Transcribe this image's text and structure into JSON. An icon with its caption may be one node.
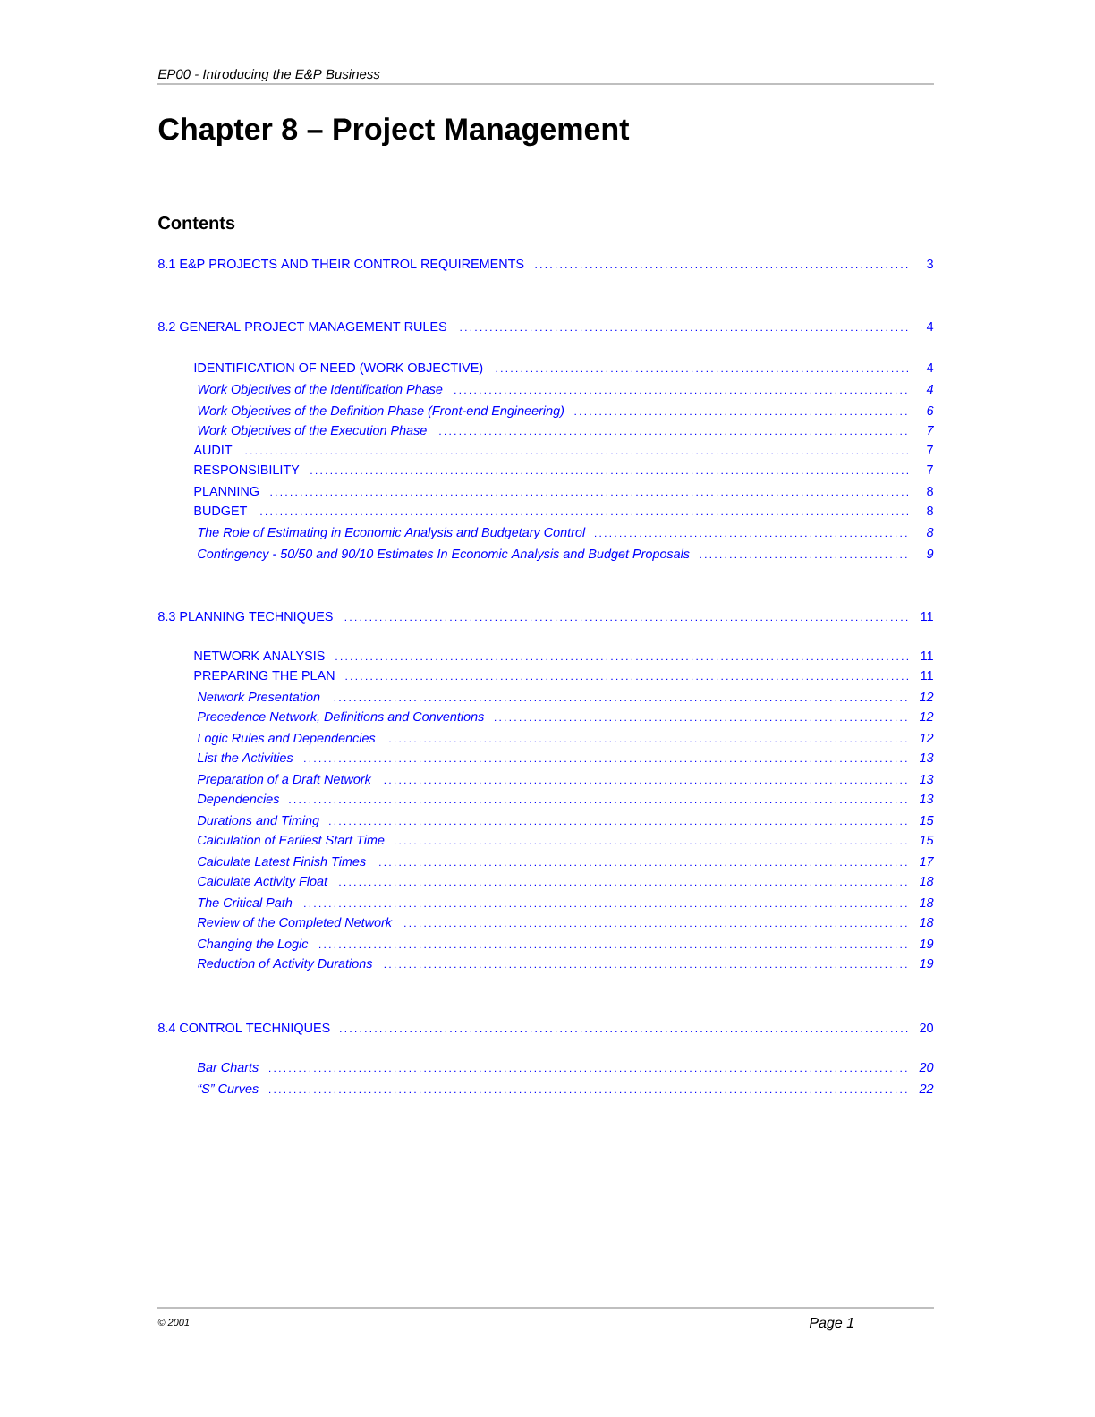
{
  "diagram": {
    "title": "Chapter 8 – Project Management",
    "labels": [
      "EP00 - Introducing the E&P Business",
      "Contents",
      "8.1 E&P PROJECTS AND THEIR CONTROL REQUIREMENTS",
      "3",
      "8.2 GENERAL PROJECT MANAGEMENT RULES",
      "4",
      "IDENTIFICATION OF NEED (WORK OBJECTIVE)",
      "4",
      "Work Objectives of the Identification Phase",
      "4",
      "Work Objectives of the Definition Phase (Front-end Engineering)",
      "6",
      "Work Objectives of the Execution Phase",
      "7",
      "AUDIT",
      "7",
      "RESPONSIBILITY",
      "7",
      "PLANNING",
      "8",
      "BUDGET",
      "8",
      "The Role of Estimating in Economic Analysis and Budgetary Control",
      "8",
      "Contingency - 50/50 and 90/10 Estimates In Economic Analysis and Budget Proposals",
      "9",
      "8.3 PLANNING TECHNIQUES",
      "11",
      "NETWORK ANALYSIS",
      "11",
      "PREPARING THE PLAN",
      "11",
      "Network Presentation",
      "12",
      "Precedence Network, Definitions and Conventions",
      "12",
      "Logic Rules and Dependencies",
      "12",
      "List the Activities",
      "13",
      "Preparation of a Draft Network",
      "13",
      "Dependencies",
      "13",
      "Durations and Timing",
      "15",
      "Calculation of Earliest Start Time",
      "15",
      "Calculate Latest Finish Times",
      "17",
      "Calculate Activity Float",
      "18",
      "The Critical Path",
      "18",
      "Review of the Completed Network",
      "18",
      "Changing the Logic",
      "19",
      "Reduction of Activity Durations",
      "19",
      "8.4 CONTROL TECHNIQUES",
      "20",
      "Bar Charts",
      "20",
      "“S” Curves",
      "22",
      "© 2001",
      "Page 1"
    ]
  }
}
